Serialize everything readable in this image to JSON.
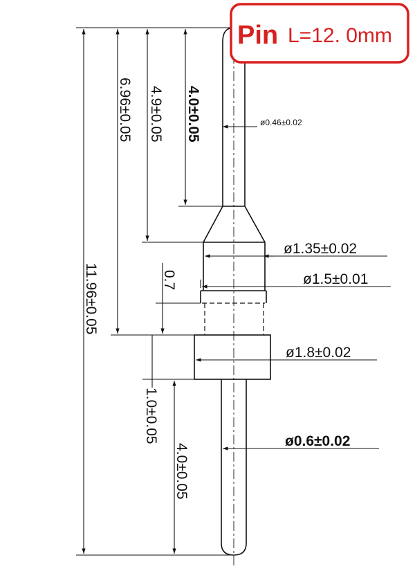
{
  "title": {
    "prefix": "Pin",
    "length_label": "L=12. 0mm"
  },
  "dimensions": {
    "overall_length": "11.96±0.05",
    "to_collar_bottom": "6.96±0.05",
    "to_cone_base": "4.9±0.05",
    "top_pin_length": "4.0±0.05",
    "top_pin_dia": "ø0.46±0.02",
    "cone_base_dia": "ø1.35±0.02",
    "shoulder_dia": "ø1.5±0.01",
    "shoulder_gap": "0.7",
    "collar_dia": "ø1.8±0.02",
    "collar_height": "1.0±0.05",
    "bottom_pin_length": "4.0±0.05",
    "bottom_pin_dia": "ø0.6±0.02"
  },
  "colors": {
    "accent": "#d82020",
    "line": "#111111"
  }
}
